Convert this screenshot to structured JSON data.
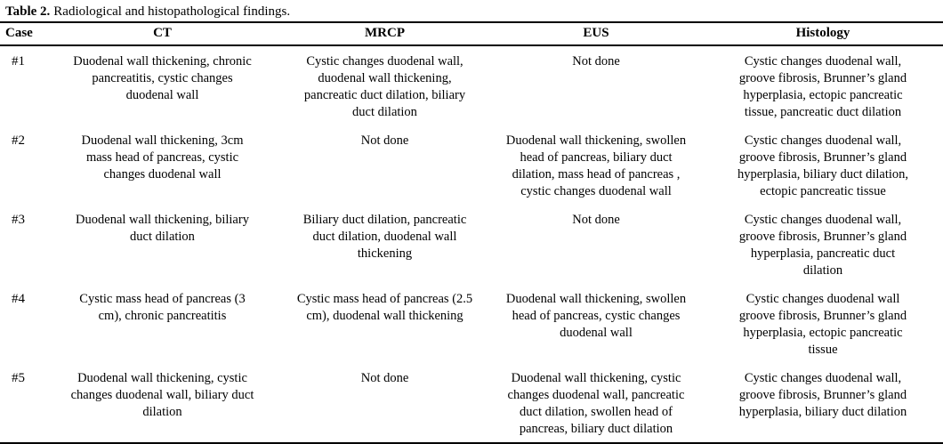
{
  "caption": {
    "label": "Table 2.",
    "text": "Radiological and histopathological findings."
  },
  "table": {
    "columns": [
      "Case",
      "CT",
      "MRCP",
      "EUS",
      "Histology"
    ],
    "rows": [
      {
        "case": "#1",
        "ct": "Duodenal wall thickening, chronic\npancreatitis, cystic changes\nduodenal wall",
        "mrcp": "Cystic changes duodenal wall,\nduodenal wall thickening,\npancreatic duct dilation, biliary\nduct dilation",
        "eus": "Not done",
        "histology": "Cystic changes duodenal wall,\ngroove fibrosis, Brunner’s gland\nhyperplasia, ectopic pancreatic\ntissue, pancreatic duct dilation"
      },
      {
        "case": "#2",
        "ct": "Duodenal wall thickening, 3cm\nmass head of pancreas, cystic\nchanges duodenal wall",
        "mrcp": "Not done",
        "eus": "Duodenal wall thickening, swollen\nhead of pancreas, biliary duct\ndilation, mass head of pancreas ,\ncystic changes duodenal wall",
        "histology": "Cystic changes duodenal wall,\ngroove fibrosis, Brunner’s gland\nhyperplasia, biliary duct dilation,\nectopic pancreatic tissue"
      },
      {
        "case": "#3",
        "ct": "Duodenal wall thickening, biliary\nduct dilation",
        "mrcp": "Biliary duct dilation, pancreatic\nduct dilation, duodenal wall\nthickening",
        "eus": "Not done",
        "histology": "Cystic changes duodenal wall,\ngroove fibrosis, Brunner’s gland\nhyperplasia, pancreatic duct\ndilation"
      },
      {
        "case": "#4",
        "ct": "Cystic mass head of pancreas (3\ncm), chronic pancreatitis",
        "mrcp": "Cystic mass head of pancreas (2.5\ncm), duodenal wall thickening",
        "eus": "Duodenal wall thickening, swollen\nhead of pancreas, cystic changes\nduodenal wall",
        "histology": "Cystic changes duodenal wall\ngroove fibrosis, Brunner’s gland\nhyperplasia, ectopic pancreatic\ntissue"
      },
      {
        "case": "#5",
        "ct": "Duodenal wall thickening, cystic\nchanges duodenal wall, biliary duct\ndilation",
        "mrcp": "Not done",
        "eus": "Duodenal wall thickening, cystic\nchanges duodenal wall, pancreatic\nduct dilation, swollen head of\npancreas, biliary duct dilation",
        "histology": "Cystic changes duodenal wall,\ngroove fibrosis, Brunner’s gland\nhyperplasia, biliary duct dilation"
      }
    ]
  }
}
